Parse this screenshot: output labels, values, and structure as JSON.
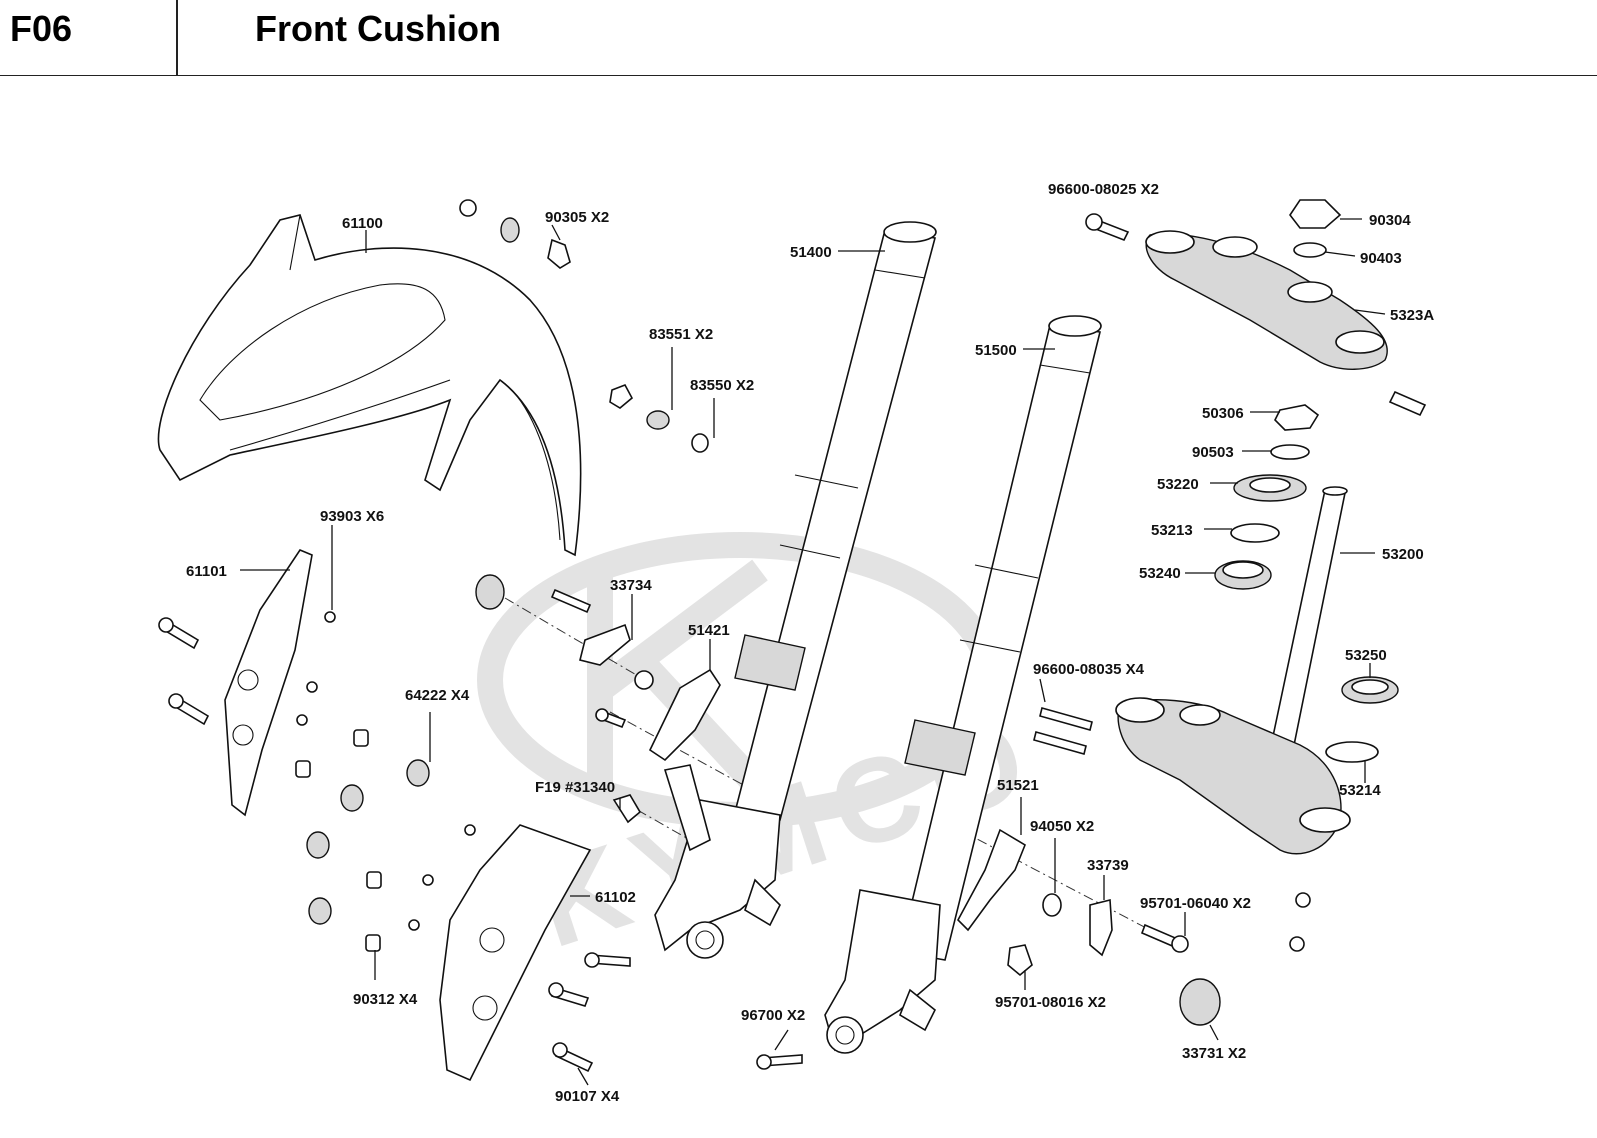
{
  "header": {
    "code": "F06",
    "title": "Front Cushion"
  },
  "watermark": {
    "text": "KYMCO",
    "color": "#e3e3e3"
  },
  "labels": {
    "p61100": "61100",
    "p90305": "90305  X2",
    "p83551": "83551  X2",
    "p83550": "83550  X2",
    "p51400": "51400",
    "p51500": "51500",
    "p96600_08025": "96600-08025 X2",
    "p90304": "90304",
    "p90403": "90403",
    "p5323A": "5323A",
    "p50306": "50306",
    "p90503": "90503",
    "p53220": "53220",
    "p53213": "53213",
    "p53240": "53240",
    "p53200": "53200",
    "p53250": "53250",
    "p53214": "53214",
    "p96600_08035": "96600-08035 X4",
    "p93903": "93903  X6",
    "p61101": "61101",
    "p33734": "33734",
    "p51421": "51421",
    "p64222": "64222  X4",
    "pF19": "F19  #31340",
    "p51521": "51521",
    "p94050": "94050  X2",
    "p33739": "33739",
    "p95701_06040": "95701-06040 X2",
    "p61102": "61102",
    "p90312": "90312 X4",
    "p96700": "96700  X2",
    "p95701_08016": "95701-08016 X2",
    "p33731": "33731  X2",
    "p90107": "90107  X4"
  }
}
